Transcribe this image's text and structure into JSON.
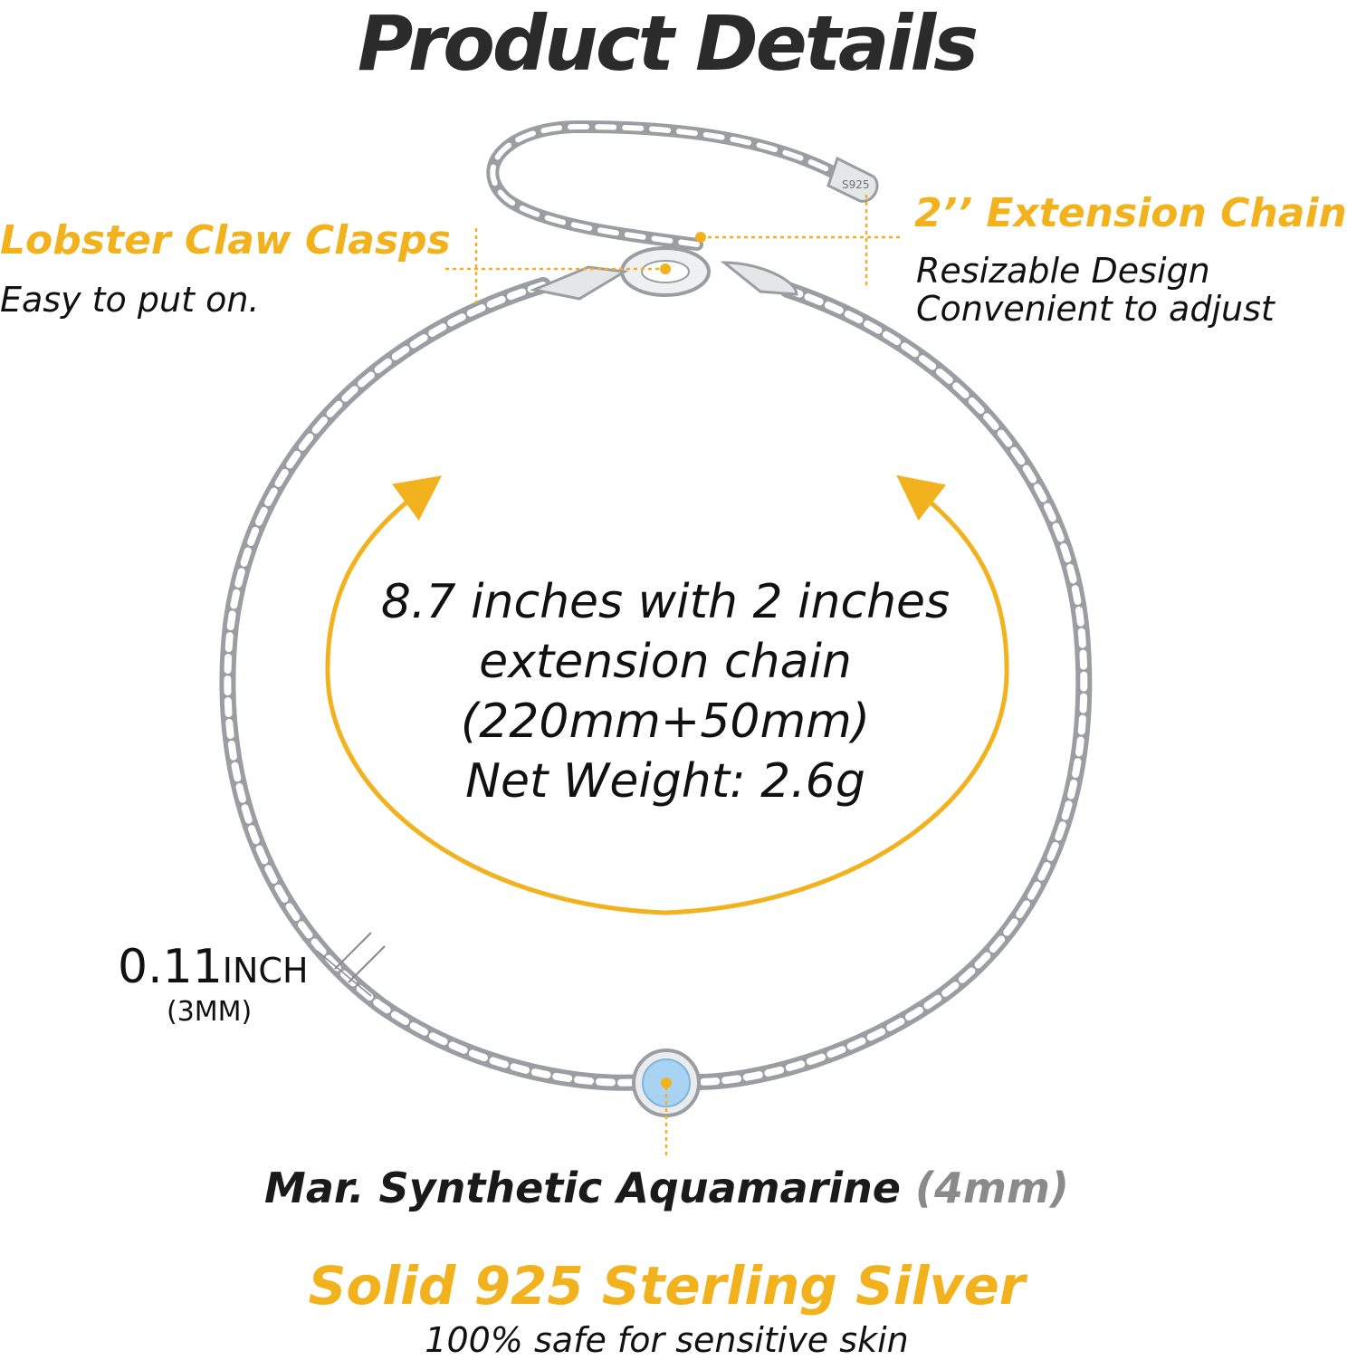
{
  "title": "Product Details",
  "callouts": {
    "clasp": {
      "title": "Lobster Claw Clasps",
      "subtitle": "Easy to put on."
    },
    "extension": {
      "title": "2’’ Extension Chain",
      "line1": "Resizable Design",
      "line2": "Convenient  to adjust"
    }
  },
  "center": {
    "line1": "8.7 inches with 2 inches",
    "line2": "extension chain",
    "line3": "(220mm+50mm)",
    "line4": "Net Weight: 2.6g"
  },
  "width_gauge": {
    "value": "0.11",
    "unit": "INCH",
    "metric": "(3MM)"
  },
  "stone": {
    "name": "Mar. Synthetic Aquamarine",
    "size": "(4mm)"
  },
  "footer": {
    "title": "Solid 925 Sterling Silver",
    "subtitle": "100% safe for sensitive skin"
  },
  "stamp": "S925",
  "colors": {
    "accent": "#f2b21e",
    "silver": "#9a9ea3",
    "stone": "#a9d3f2",
    "text": "#111111"
  }
}
